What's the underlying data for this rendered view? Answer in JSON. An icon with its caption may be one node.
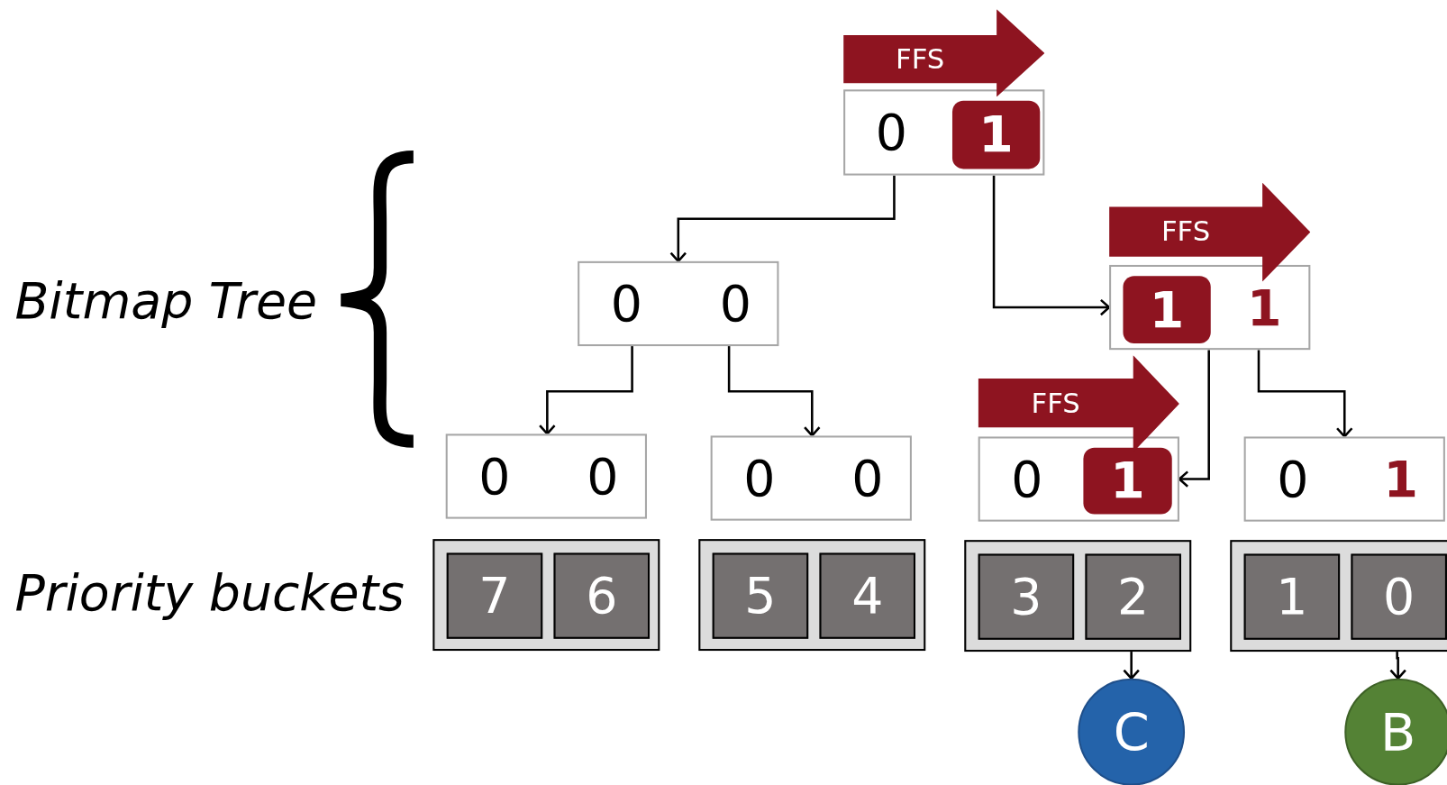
{
  "diagram": {
    "nodes": [
      {
        "text": [
          "FFS"
        ]
      },
      {
        "text": [
          "0",
          "1"
        ]
      },
      {
        "text": [
          "FFS"
        ]
      },
      {
        "text": [
          "0",
          "0"
        ]
      },
      {
        "text": [
          "1",
          "1"
        ]
      },
      {
        "text": [
          "FFS"
        ]
      },
      {
        "text": [
          "0",
          "0"
        ]
      },
      {
        "text": [
          "0",
          "0"
        ]
      },
      {
        "text": [
          "0",
          "1"
        ]
      },
      {
        "text": [
          "0",
          "1"
        ]
      },
      {
        "text": [],
        "shape": "box"
      },
      {
        "text": [
          "7"
        ],
        "in": 10
      },
      {
        "text": [
          "6"
        ],
        "in": 10
      },
      {
        "text": [],
        "shape": "box"
      },
      {
        "text": [
          "5"
        ],
        "in": 13
      },
      {
        "text": [
          "4"
        ],
        "in": 13
      },
      {
        "text": [],
        "shape": "box"
      },
      {
        "text": [
          "3"
        ],
        "in": 16
      },
      {
        "text": [
          "2"
        ],
        "in": 16
      },
      {
        "text": [],
        "shape": "box"
      },
      {
        "text": [
          "1"
        ],
        "in": 19
      },
      {
        "text": [
          "0"
        ],
        "in": 19
      },
      {
        "text": [
          "C"
        ]
      },
      {
        "text": [
          "B"
        ]
      }
    ],
    "edges": [
      {
        "from": 1,
        "to": 3,
        "arrow": "to"
      },
      {
        "from": 1,
        "to": 4,
        "arrow": "to"
      },
      {
        "from": 3,
        "to": 6,
        "arrow": "to"
      },
      {
        "from": 3,
        "to": 7,
        "arrow": "to"
      },
      {
        "from": 4,
        "to": 8,
        "arrow": "to"
      },
      {
        "from": 4,
        "to": 9,
        "arrow": "to"
      },
      {
        "from": 18,
        "to": 22,
        "arrow": "to"
      },
      {
        "from": 21,
        "to": 23,
        "arrow": "to"
      }
    ],
    "labels": [
      "Bitmap Tree",
      "Priority buckets"
    ]
  }
}
